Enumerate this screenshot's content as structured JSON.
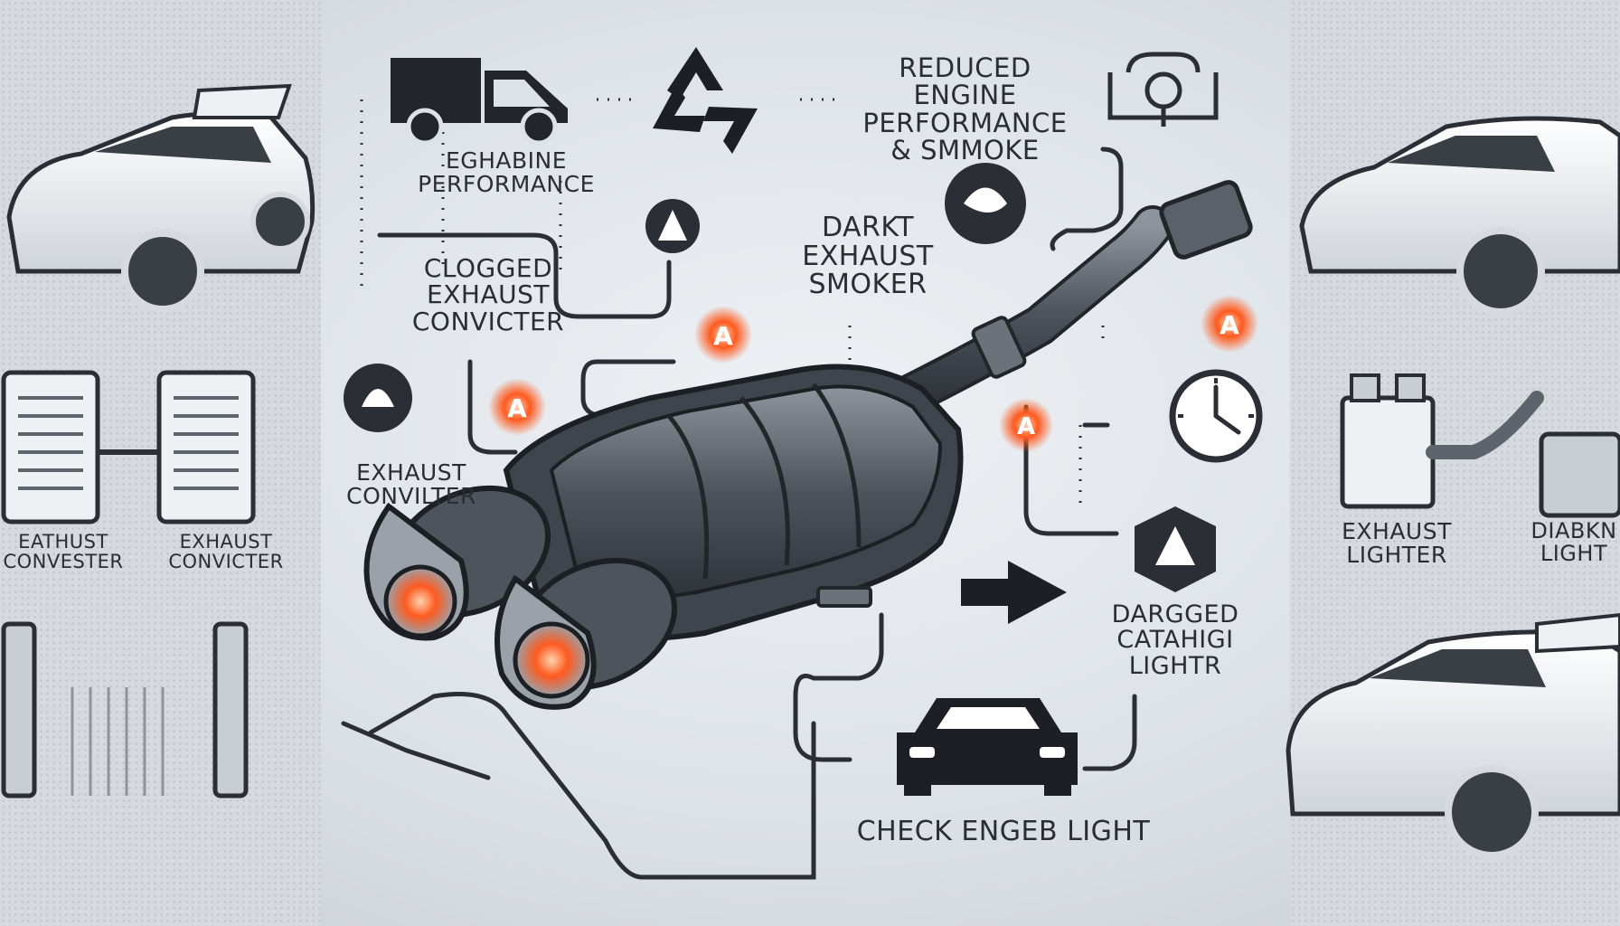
{
  "labels": {
    "reduced_engine": [
      "REDUCED",
      "ENGINE",
      "PERFORMANCE",
      "& SMMOKE"
    ],
    "eghabine": [
      "EGHABINE",
      "PERFORMANCE"
    ],
    "clogged": [
      "CLOGGED",
      "EXHAUST",
      "CONVICTER"
    ],
    "darkt": [
      "DARKT",
      "EXHAUST",
      "SMOKER"
    ],
    "exhaust_conv_center": [
      "EXHAUST",
      "CONVILTER"
    ],
    "ll_conv1": [
      "EATHUST",
      "CONVESTER"
    ],
    "ll_conv2": [
      "EXHAUST",
      "CONVICTER"
    ],
    "r_exhaust_lighter": [
      "EXHAUST",
      "LIGHTER"
    ],
    "r_diabkn": [
      "DIABKN",
      "LIGHT"
    ],
    "dargged": [
      "DARGGED",
      "CATAHIGI",
      "LIGHTR"
    ],
    "check": "CHECK ENGEB LIGHT"
  },
  "colors": {
    "warning_orange": "#ff5a1f",
    "line": "#2b2f35",
    "metal": "#5d646c"
  },
  "icons": [
    "truck-icon",
    "recycle-icon",
    "engine-warning-icon",
    "warning-triangle-icon",
    "gauge-icon",
    "car-icon",
    "arrow-right-icon",
    "catalytic-converter-icon",
    "car-illustration"
  ]
}
